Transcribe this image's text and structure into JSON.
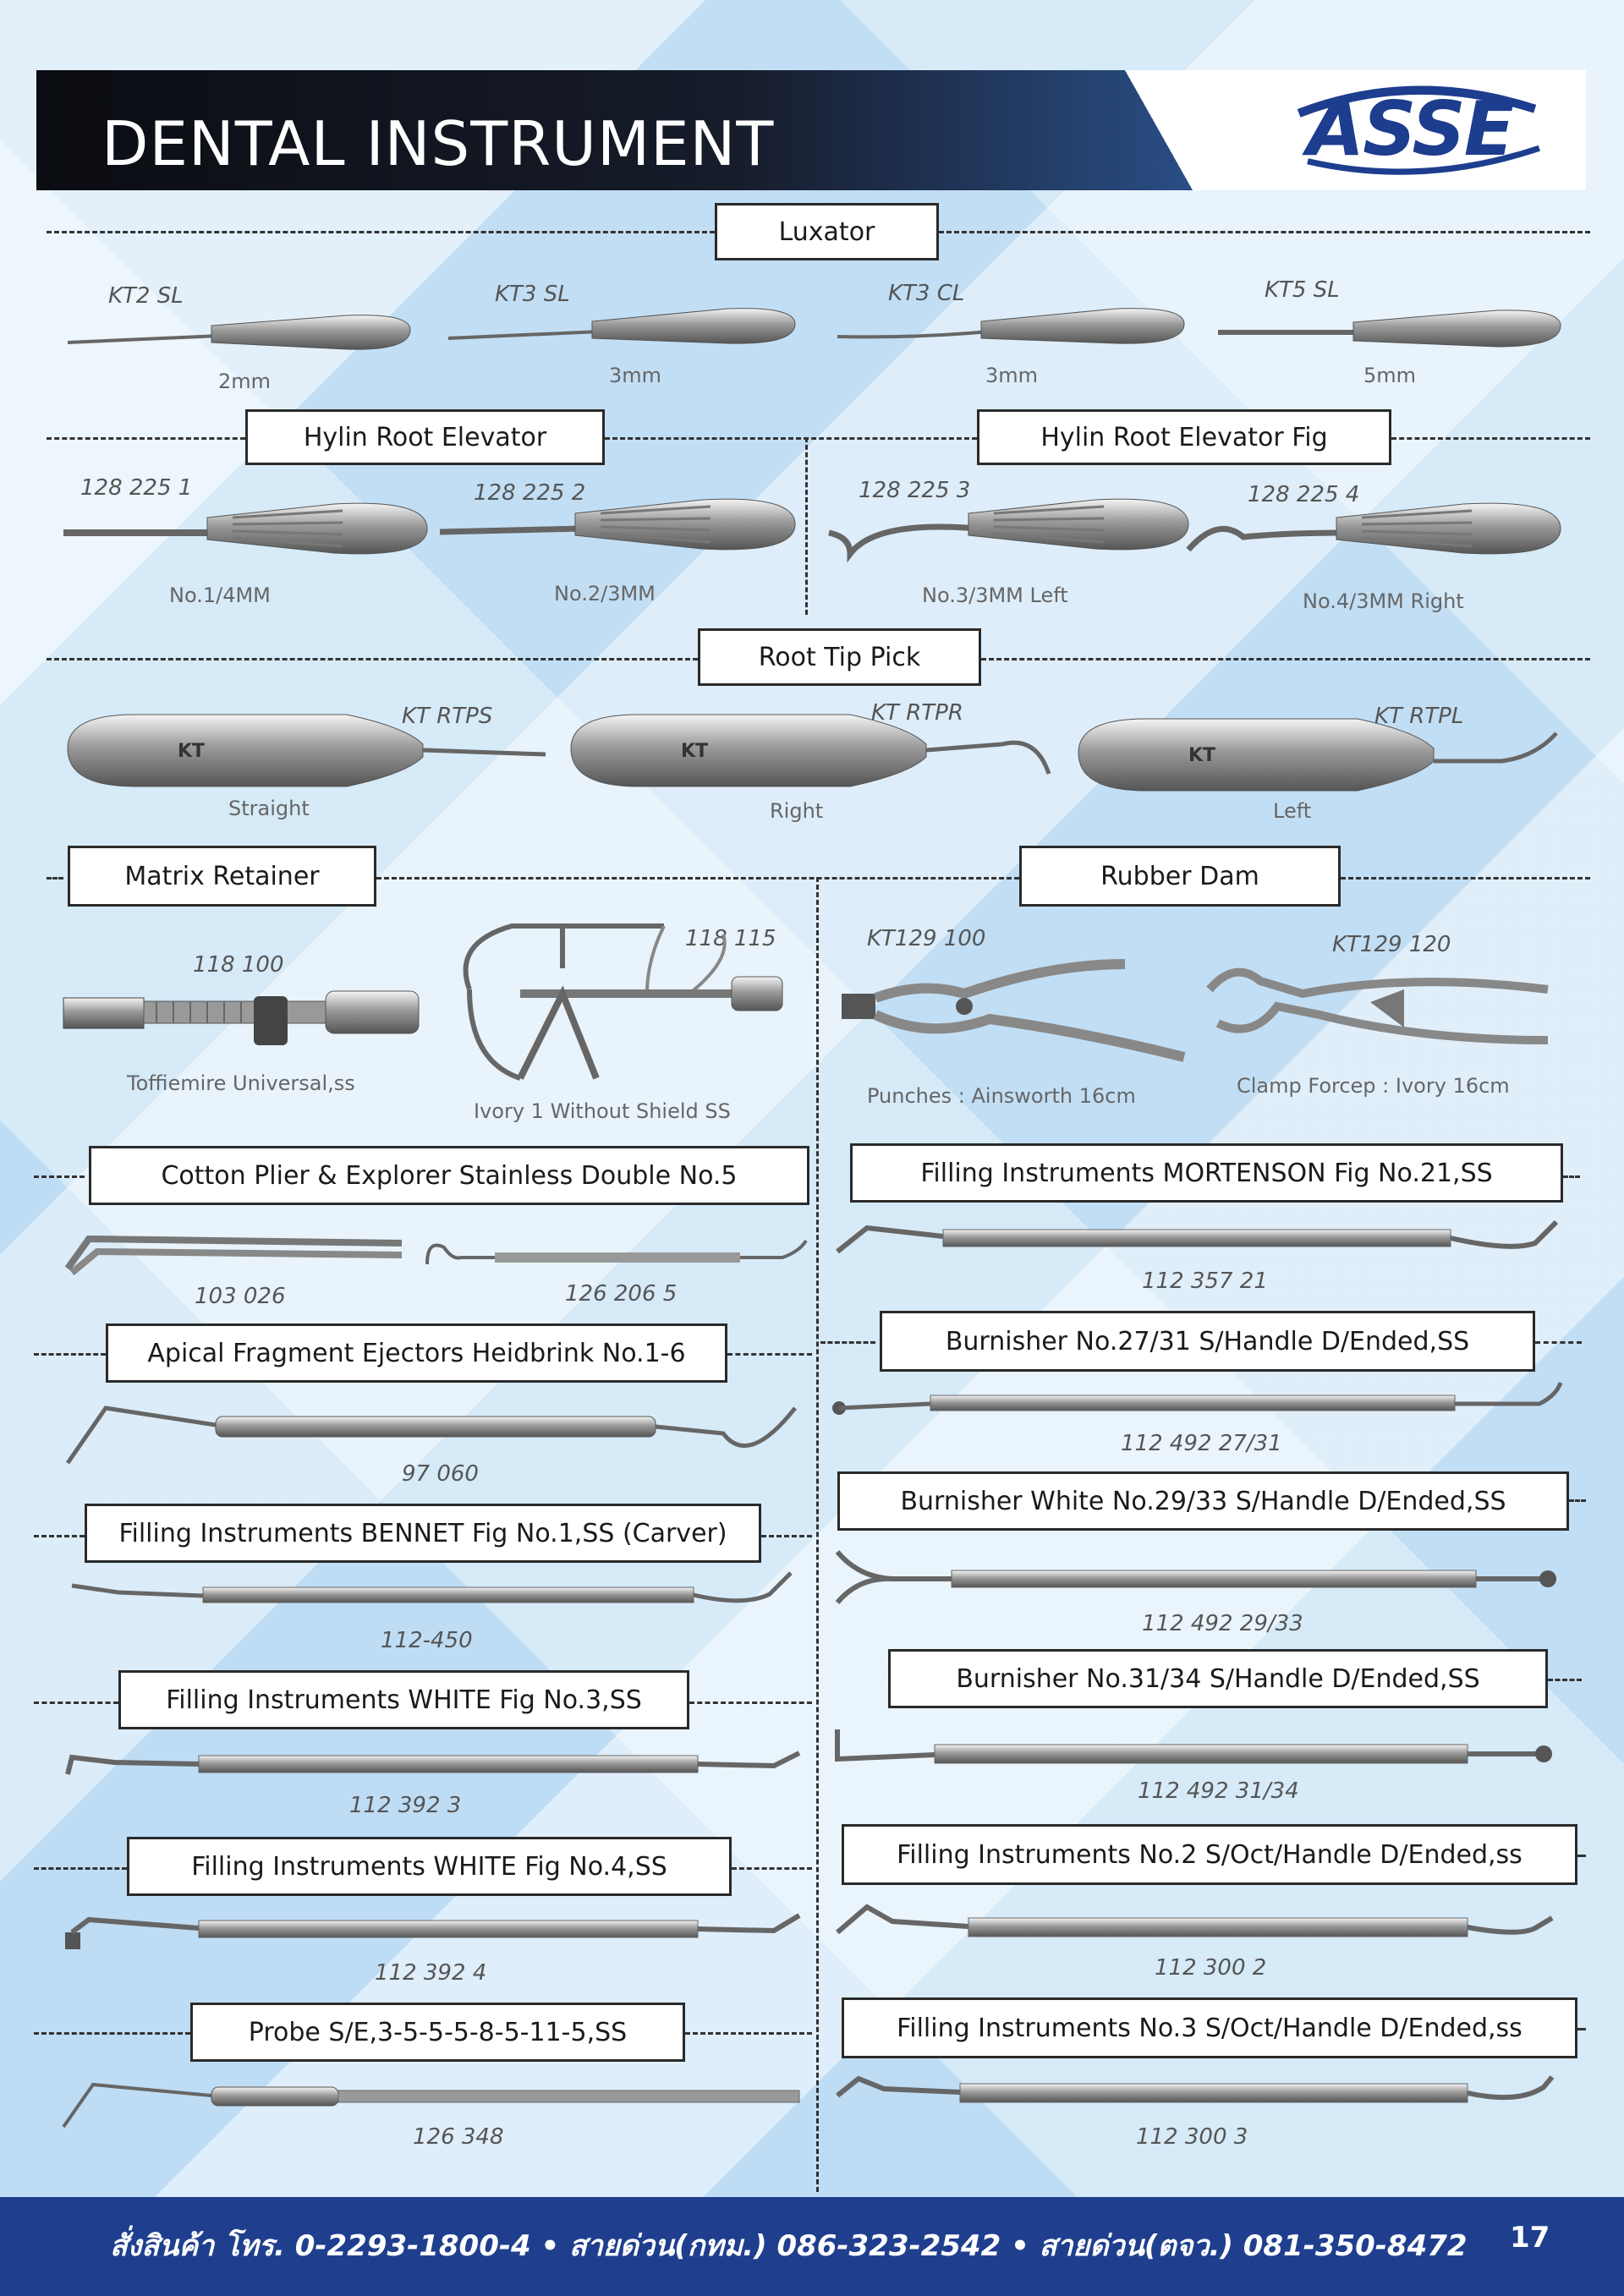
{
  "header": {
    "title": "DENTAL INSTRUMENT",
    "brand": "ASSE"
  },
  "sections": {
    "luxator": {
      "title": "Luxator",
      "items": [
        {
          "code": "KT2 SL",
          "caption": "2mm"
        },
        {
          "code": "KT3 SL",
          "caption": "3mm"
        },
        {
          "code": "KT3 CL",
          "caption": "3mm"
        },
        {
          "code": "KT5 SL",
          "caption": "5mm"
        }
      ]
    },
    "hylin": {
      "title": "Hylin Root Elevator",
      "items": [
        {
          "code": "128 225 1",
          "caption": "No.1/4MM"
        },
        {
          "code": "128 225 2",
          "caption": "No.2/3MM"
        }
      ]
    },
    "hylin_fig": {
      "title": "Hylin Root Elevator Fig",
      "items": [
        {
          "code": "128 225 3",
          "caption": "No.3/3MM Left"
        },
        {
          "code": "128 225 4",
          "caption": "No.4/3MM Right"
        }
      ]
    },
    "root_tip": {
      "title": "Root Tip Pick",
      "items": [
        {
          "code": "KT RTPS",
          "caption": "Straight"
        },
        {
          "code": "KT RTPR",
          "caption": "Right"
        },
        {
          "code": "KT RTPL",
          "caption": "Left"
        }
      ]
    },
    "matrix": {
      "title": "Matrix Retainer",
      "items": [
        {
          "code": "118 100",
          "caption": "Toffiemire Universal,ss"
        },
        {
          "code": "118 115",
          "caption": "Ivory 1 Without Shield SS"
        }
      ]
    },
    "rubber": {
      "title": "Rubber Dam",
      "items": [
        {
          "code": "KT129 100",
          "caption": "Punches : Ainsworth 16cm"
        },
        {
          "code": "KT129 120",
          "caption": "Clamp Forcep : Ivory 16cm"
        }
      ]
    },
    "cotton": {
      "title": "Cotton Plier & Explorer Stainless Double No.5",
      "items": [
        {
          "code": "103 026"
        },
        {
          "code": "126 206 5"
        }
      ]
    },
    "apical": {
      "title": "Apical Fragment Ejectors Heidbrink No.1-6",
      "code": "97 060"
    },
    "bennet": {
      "title": "Filling Instruments BENNET Fig No.1,SS (Carver)",
      "code": "112-450"
    },
    "white3": {
      "title": "Filling Instruments WHITE Fig No.3,SS",
      "code": "112 392 3"
    },
    "white4": {
      "title": "Filling Instruments WHITE Fig No.4,SS",
      "code": "112 392 4"
    },
    "probe": {
      "title": "Probe S/E,3-5-5-5-8-5-11-5,SS",
      "code": "126 348"
    },
    "mortenson": {
      "title": "Filling Instruments MORTENSON Fig No.21,SS",
      "code": "112 357 21"
    },
    "burn2731": {
      "title": "Burnisher No.27/31 S/Handle D/Ended,SS",
      "code": "112 492 27/31"
    },
    "burn2933": {
      "title": "Burnisher White No.29/33 S/Handle D/Ended,SS",
      "code": "112 492 29/33"
    },
    "burn3134": {
      "title": "Burnisher No.31/34 S/Handle D/Ended,SS",
      "code": "112 492 31/34"
    },
    "fill2": {
      "title": "Filling Instruments No.2 S/Oct/Handle D/Ended,ss",
      "code": "112 300 2"
    },
    "fill3": {
      "title": "Filling Instruments No.3 S/Oct/Handle D/Ended,ss",
      "code": "112 300 3"
    }
  },
  "footer": {
    "contact": "สั่งสินค้า โทร. 0-2293-1800-4 • สายด่วน(กทม.) 086-323-2542 • สายด่วน(ตจว.) 081-350-8472",
    "page": "17"
  },
  "colors": {
    "header_dark": "#0b0d12",
    "brand_blue": "#1d3d8e",
    "footer_blue": "#1f3f8e"
  }
}
